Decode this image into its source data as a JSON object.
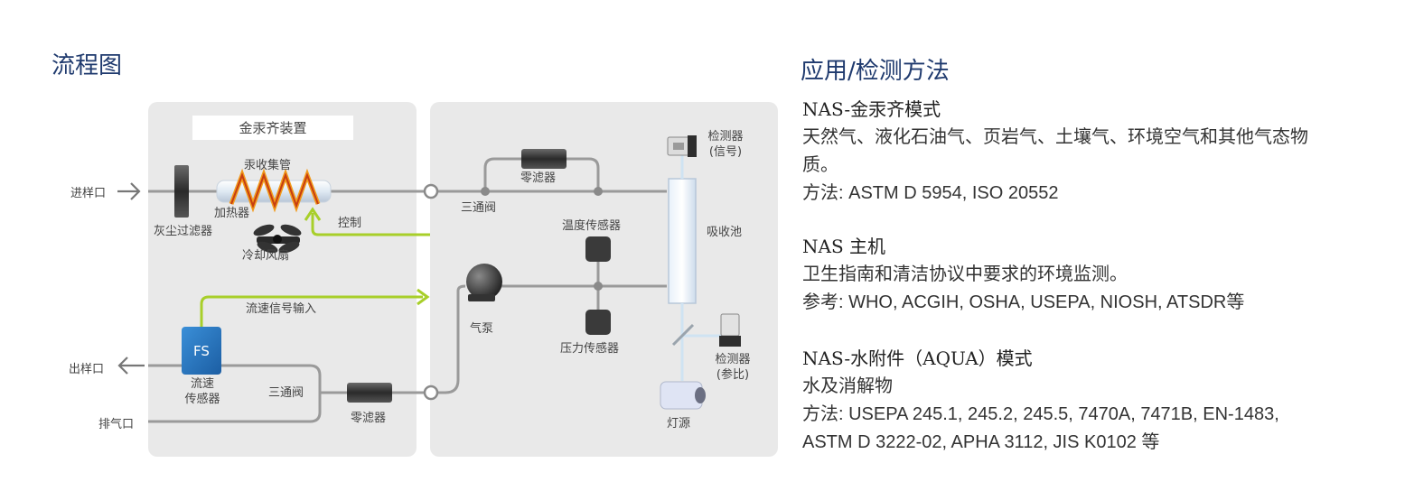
{
  "flow": {
    "title": "流程图",
    "labels": {
      "amalgamation_box": "金汞齐装置",
      "trap": "汞收集管",
      "heater": "加热器",
      "dust_filter": "灰尘过滤器",
      "fan": "冷却风扇",
      "control": "控制",
      "sample_in": "进样口",
      "sample_out": "出样口",
      "exhaust": "排气口",
      "flow_signal": "流速信号输入",
      "fs_badge": "FS",
      "flow_sensor": "流速\n传感器",
      "three_way_left": "三通阀",
      "zero_filter_bottom": "零滤器",
      "zero_filter_top": "零滤器",
      "three_way_top": "三通阀",
      "temp_sensor": "温度传感器",
      "pressure_sensor": "压力传感器",
      "pump": "气泵",
      "detector_signal": "检测器\n(信号)",
      "absorption_cell": "吸收池",
      "detector_reference": "检测器\n(参比)",
      "lamp": "灯源"
    },
    "colors": {
      "accent_line": "#a8cf2a",
      "pipe": "#9a9a9a",
      "fs_blue": "#2c7ac2",
      "title": "#1f3a6e"
    }
  },
  "applications": {
    "title": "应用/检测方法",
    "sections": [
      {
        "heading": "NAS-金汞齐模式",
        "lines": [
          "天然气、液化石油气、页岩气、土壤气、环境空气和其他气态物",
          "质。",
          "方法: ASTM D 5954, ISO 20552"
        ]
      },
      {
        "heading": "NAS 主机",
        "lines": [
          "卫生指南和清洁协议中要求的环境监测。",
          "参考: WHO, ACGIH, OSHA, USEPA, NIOSH, ATSDR等"
        ]
      },
      {
        "heading": "NAS-水附件（AQUA）模式",
        "lines": [
          "水及消解物",
          "方法: USEPA 245.1, 245.2, 245.5, 7470A, 7471B, EN-1483,",
          "ASTM D 3222-02, APHA 3112, JIS K0102 等"
        ]
      }
    ]
  }
}
